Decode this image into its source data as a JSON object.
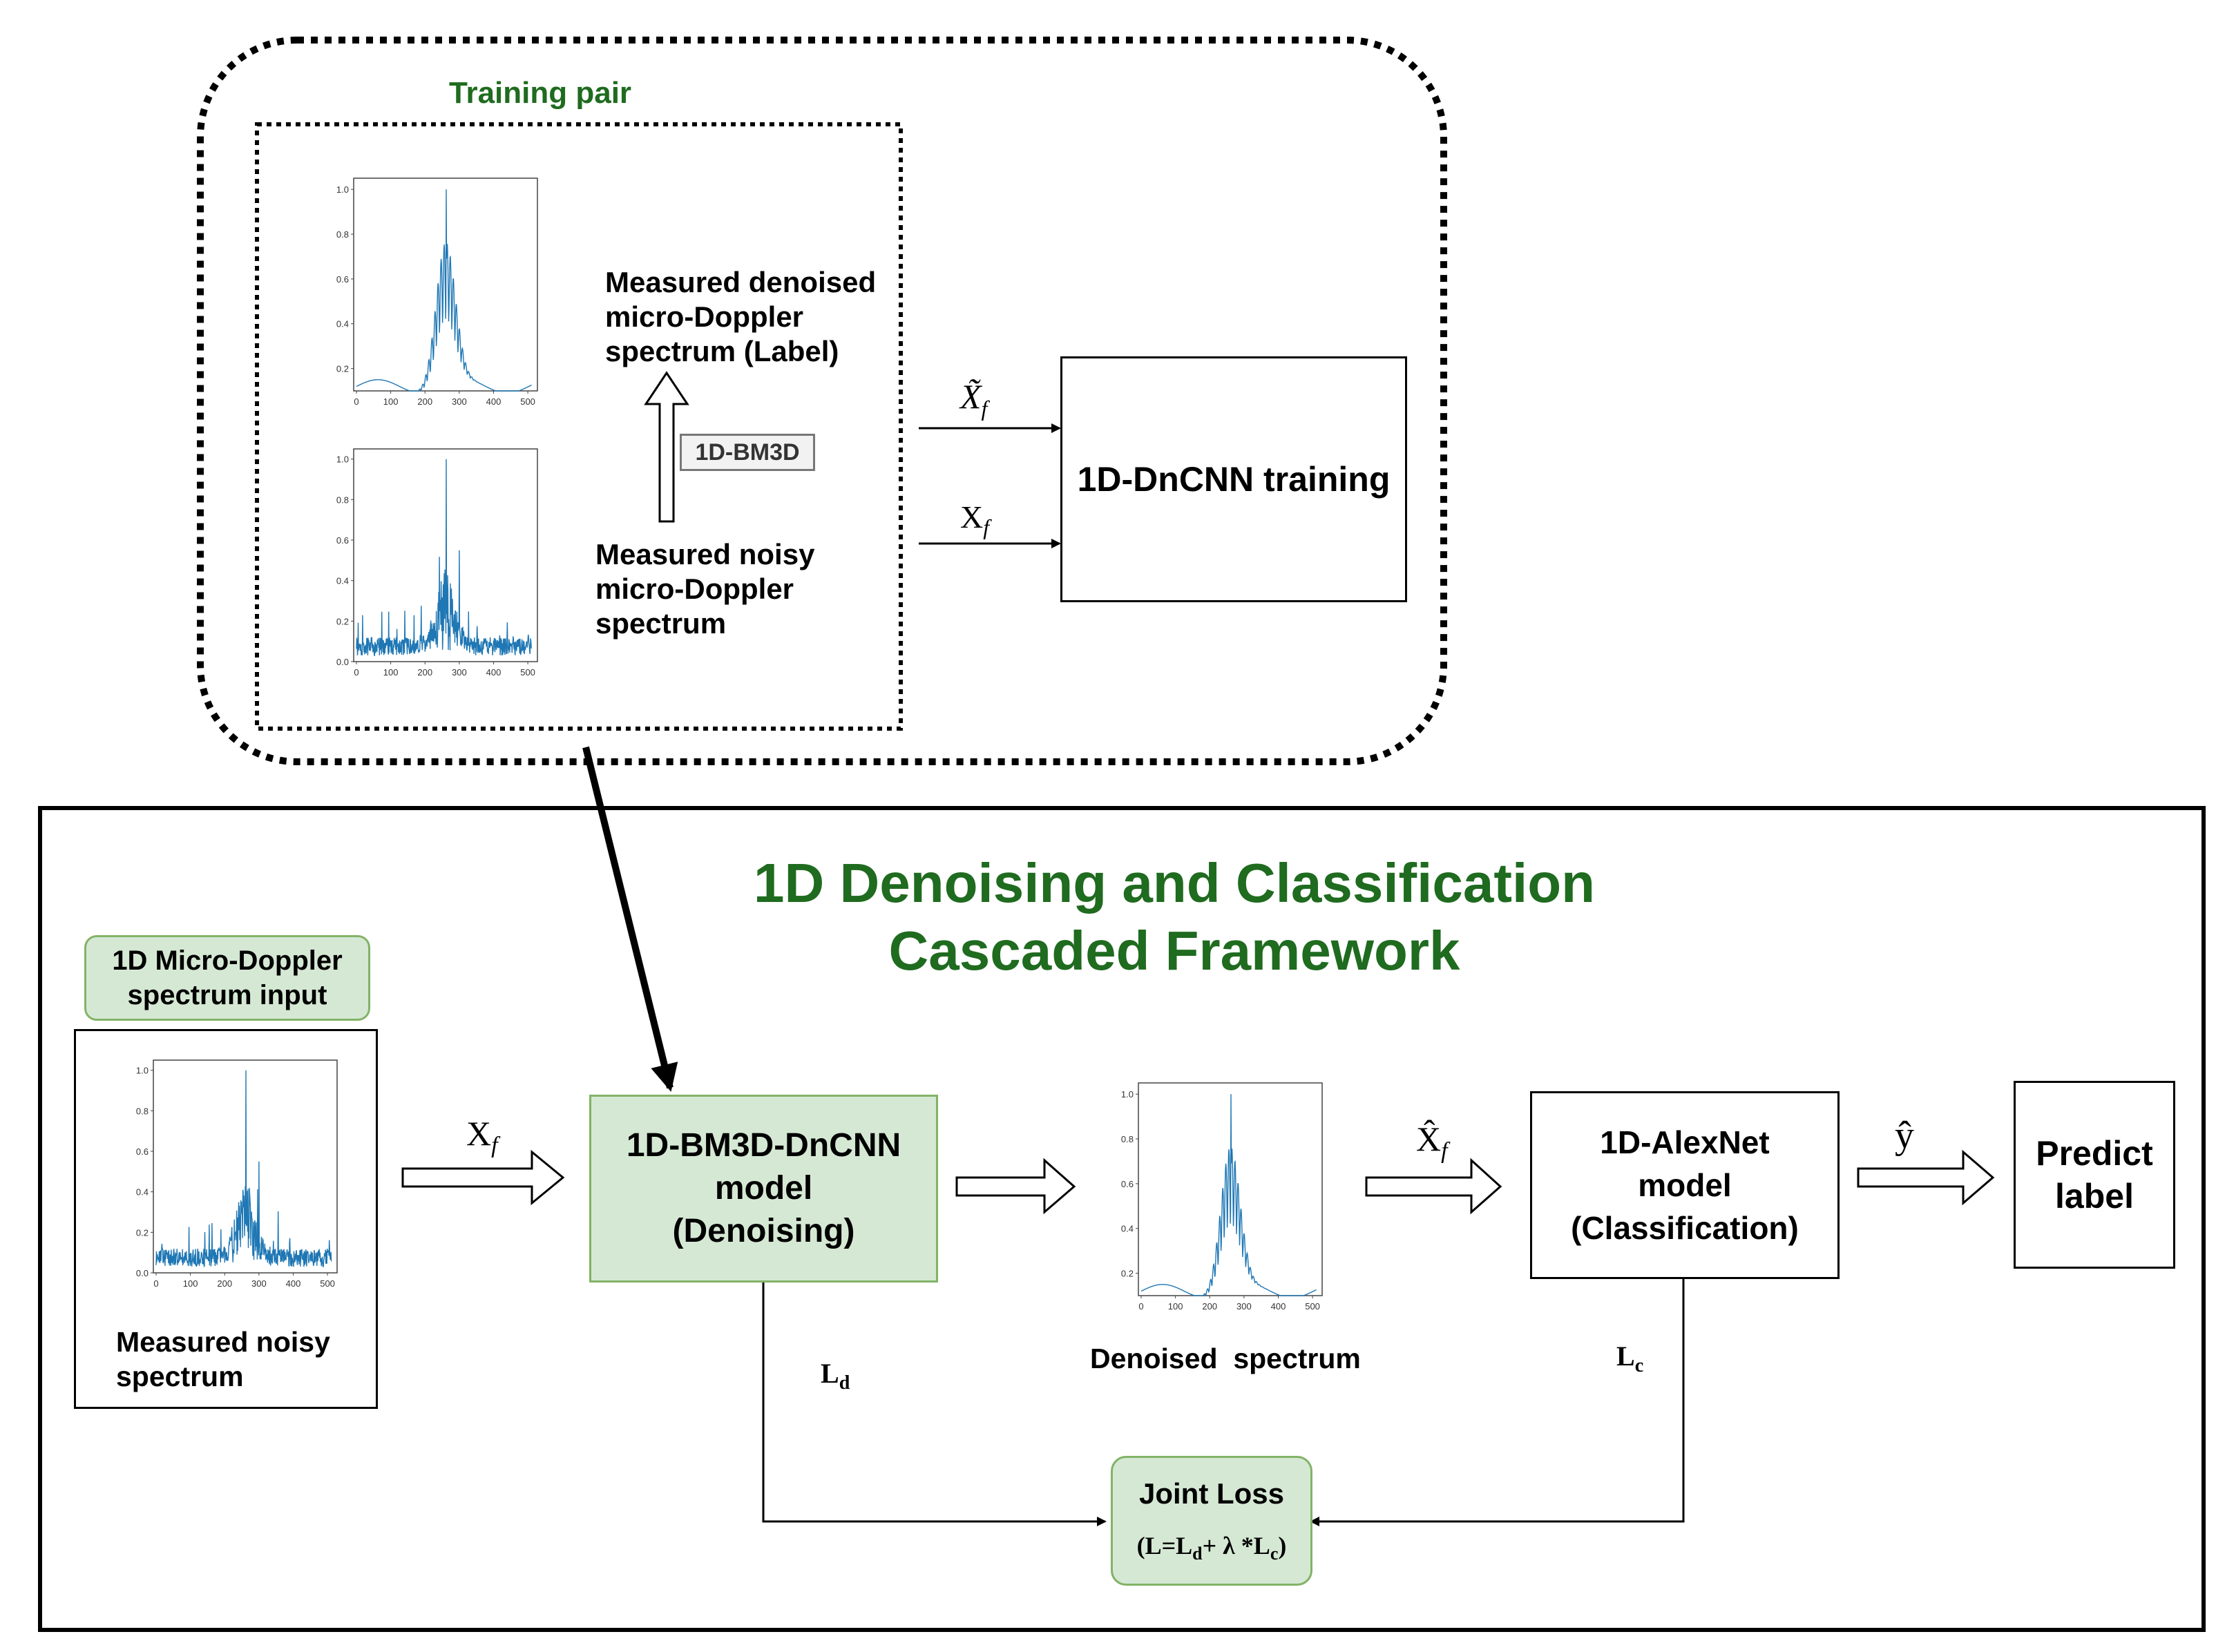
{
  "training": {
    "title": "Training pair",
    "label_text": "Measured denoised\nmicro-Doppler\nspectrum (Label)",
    "bm3d": "1D-BM3D",
    "noisy_text": "Measured noisy\nmicro-Doppler\nspectrum",
    "dncnn_training": "1D-DnCNN training",
    "x_tilde": "X̃",
    "x_tilde_sub": "f",
    "x_f": "X",
    "x_f_sub": "f"
  },
  "framework": {
    "title_line1": "1D Denoising and Classification",
    "title_line2": "Cascaded Framework",
    "input_label": "1D Micro-Doppler\nspectrum input",
    "input_caption": "Measured noisy\nspectrum",
    "x_f": "X",
    "x_f_sub": "f",
    "dncnn_model": "1D-BM3D-DnCNN\nmodel\n(Denoising)",
    "denoised_caption": "Denoised  spectrum",
    "x_hat": "X̂",
    "x_hat_sub": "f",
    "alexnet_model": "1D-AlexNet\nmodel\n(Classification)",
    "y_hat": "ŷ",
    "predict": "Predict\nlabel",
    "ld": "L",
    "ld_sub": "d",
    "lc": "L",
    "lc_sub": "c",
    "joint_loss_title": "Joint Loss",
    "joint_loss_formula_a": "(L=L",
    "joint_loss_formula_b": "d",
    "joint_loss_formula_c": "+ λ *L",
    "joint_loss_formula_d": "c",
    "joint_loss_formula_e": ")"
  },
  "plots": {
    "x_ticks": [
      "0",
      "100",
      "200",
      "300",
      "400",
      "500"
    ],
    "y_ticks_a": [
      "0.2",
      "0.4",
      "0.6",
      "0.8",
      "1.0"
    ],
    "y_ticks_b": [
      "0.0",
      "0.2",
      "0.4",
      "0.6",
      "0.8",
      "1.0"
    ],
    "y_ticks_c": [
      "0.0",
      "0.2",
      "0.4",
      "0.6",
      "0.8",
      "1.0"
    ],
    "y_ticks_d": [
      "0.2",
      "0.4",
      "0.6",
      "0.8",
      "1.0"
    ]
  },
  "colors": {
    "green_text": "#1f6b1f",
    "green_fill": "#d5e8d4",
    "green_border": "#82b366",
    "plot_line": "#1f77b4"
  }
}
